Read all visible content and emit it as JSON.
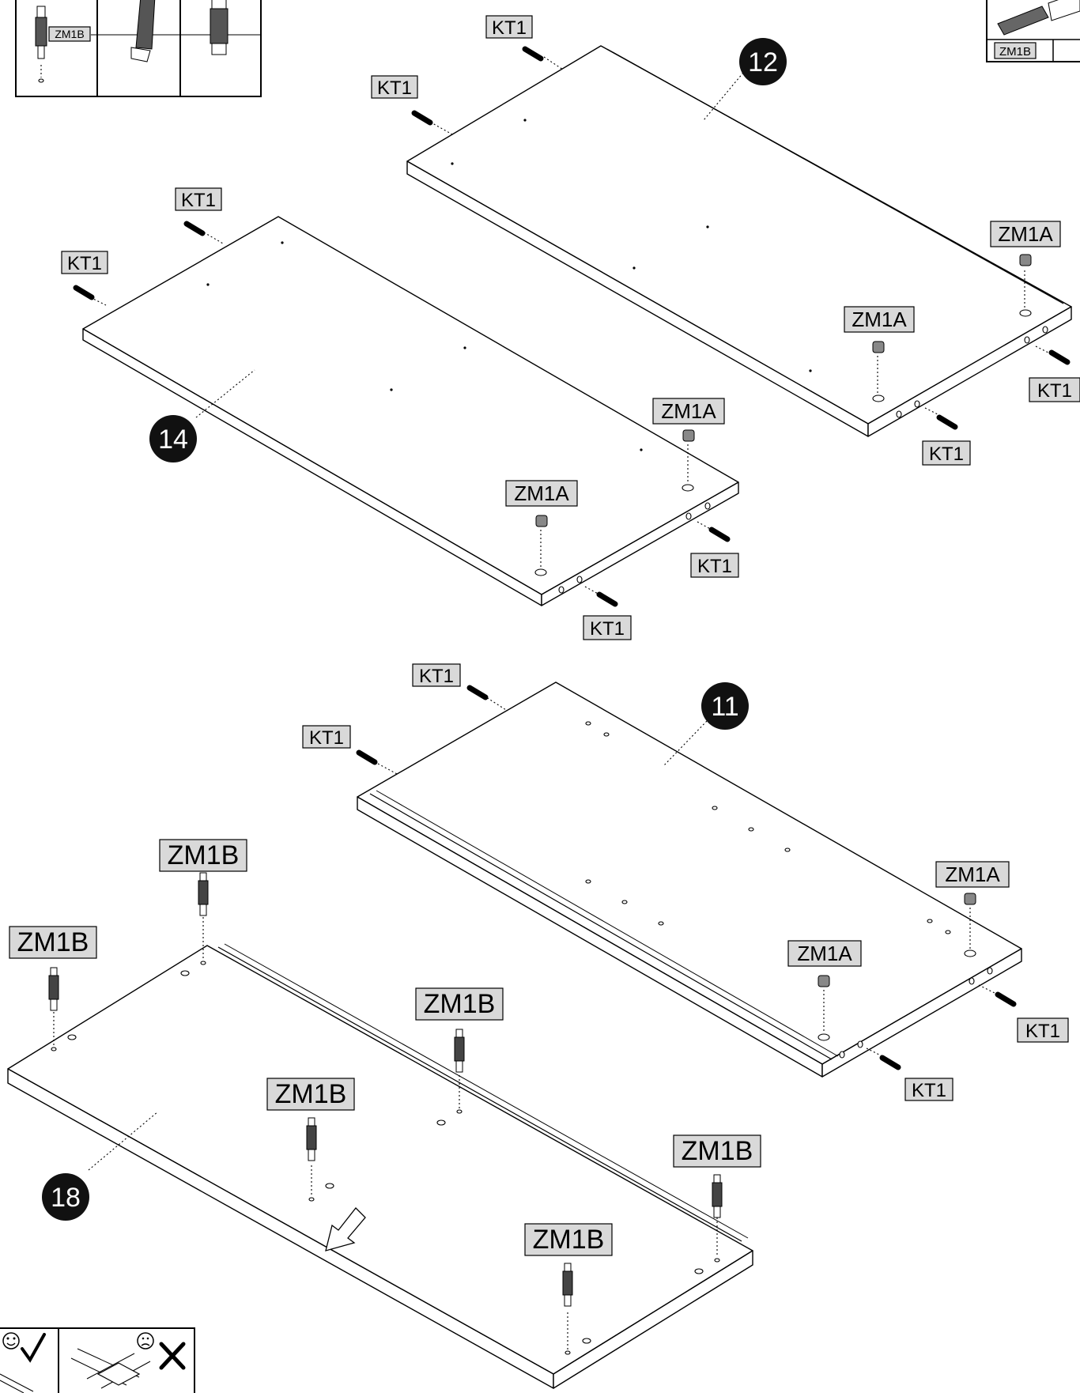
{
  "part_numbers": {
    "p12": "12",
    "p14": "14",
    "p11": "11",
    "p18": "18"
  },
  "labels": {
    "kt1": "KT1",
    "zm1a": "ZM1A",
    "zm1b": "ZM1B"
  },
  "legend_top_left": {
    "label": "ZM1B"
  },
  "legend_top_right": {
    "label": "ZM1B"
  },
  "bottom_panel": {
    "good_icon": "smile-check-icon",
    "bad_icon": "frown-cross-icon"
  }
}
